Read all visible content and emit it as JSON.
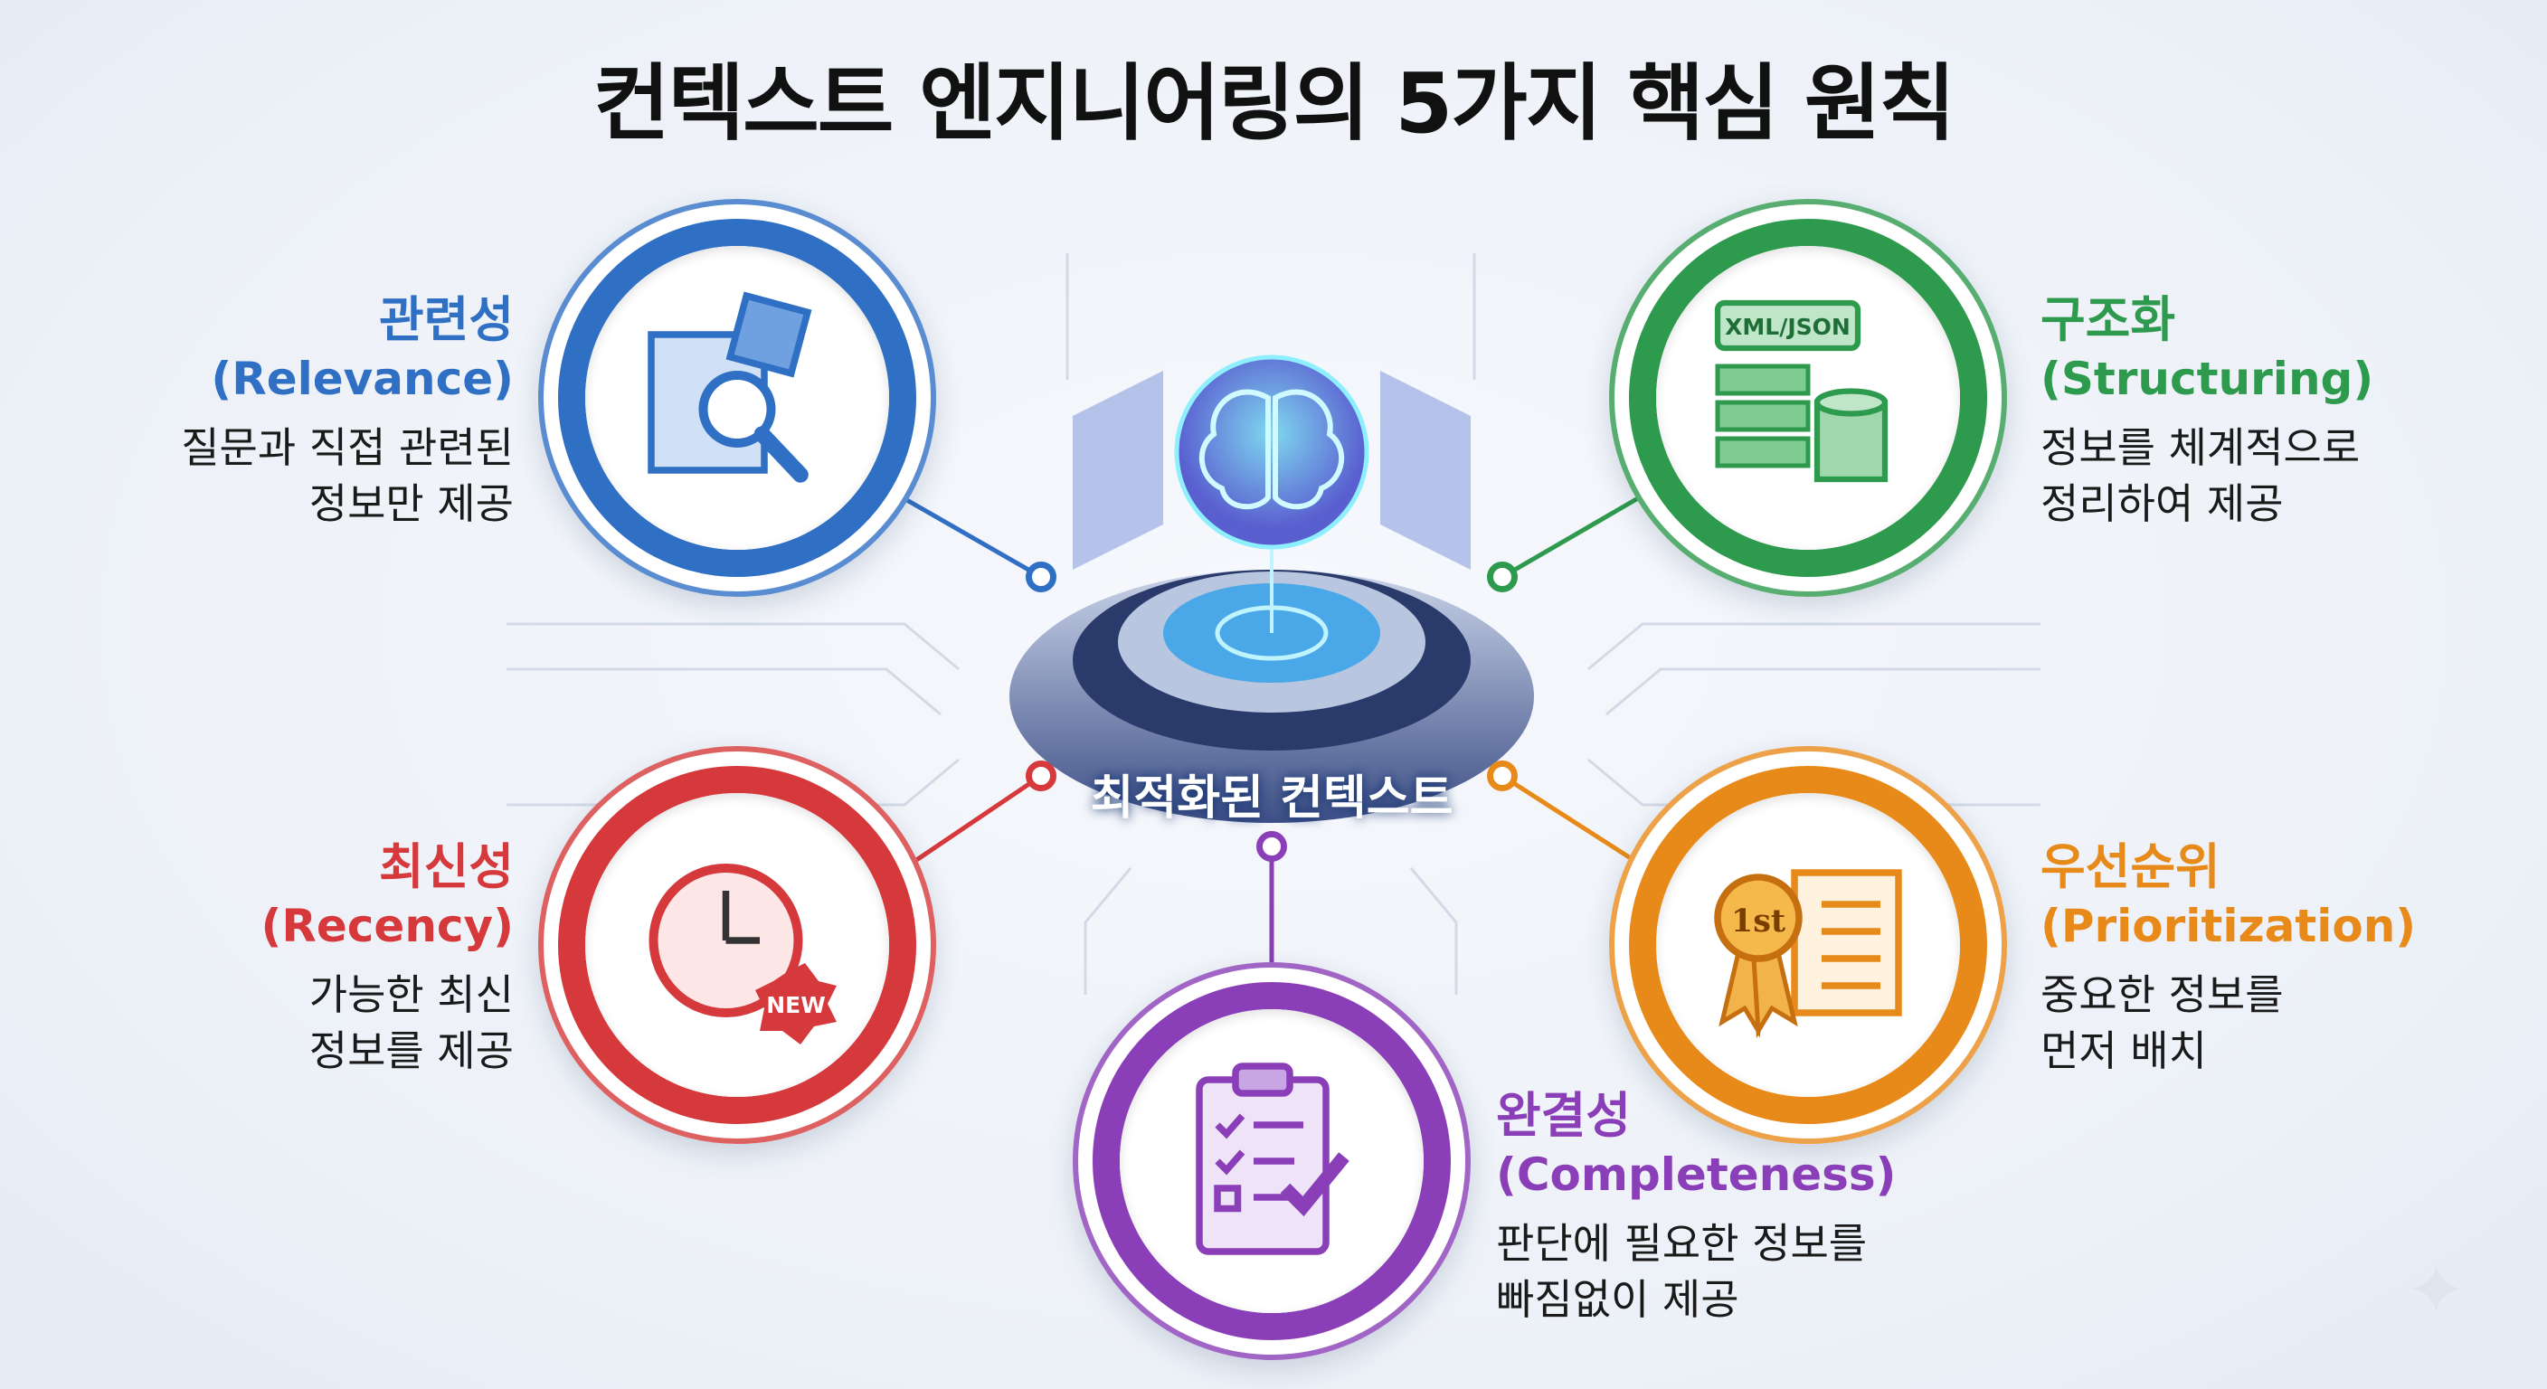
{
  "title": "컨텍스트 엔지니어링의 5가지 핵심 원칙",
  "center": {
    "label": "최적화된 컨텍스트"
  },
  "principles": [
    {
      "title": "관련성",
      "english": "(Relevance)",
      "desc1": "질문과 직접 관련된",
      "desc2": "정보만 제공",
      "color": "#2f6fc4",
      "icon": "puzzle-magnifier-icon"
    },
    {
      "title": "구조화",
      "english": "(Structuring)",
      "desc1": "정보를 체계적으로",
      "desc2": "정리하여 제공",
      "color": "#2e9a4e",
      "icon": "server-database-icon",
      "badge": "XML/JSON"
    },
    {
      "title": "최신성",
      "english": "(Recency)",
      "desc1": "가능한 최신",
      "desc2": "정보를 제공",
      "color": "#d6393b",
      "icon": "clock-new-icon",
      "badge": "NEW"
    },
    {
      "title": "우선순위",
      "english": "(Prioritization)",
      "desc1": "중요한 정보를",
      "desc2": "먼저 배치",
      "color": "#e88a1a",
      "icon": "first-place-ribbon-icon",
      "badge": "1st"
    },
    {
      "title": "완결성",
      "english": "(Completeness)",
      "desc1": "판단에 필요한 정보를",
      "desc2": "빠짐없이 제공",
      "color": "#8a3fb8",
      "icon": "clipboard-checklist-icon"
    }
  ]
}
